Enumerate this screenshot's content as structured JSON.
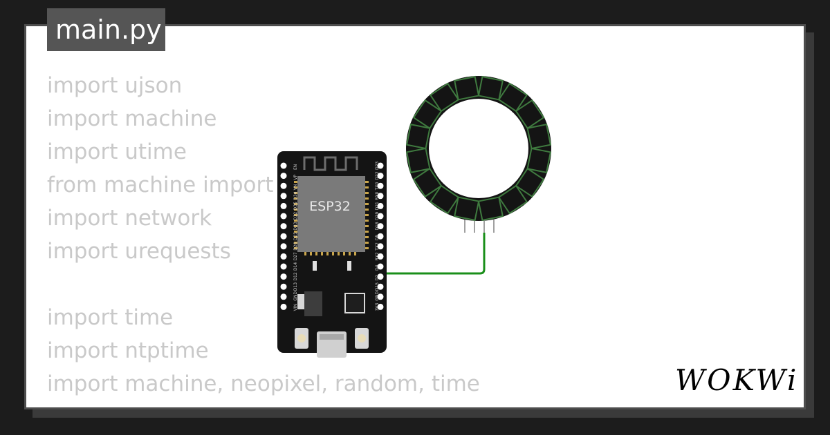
{
  "file_tab": {
    "label": "main.py"
  },
  "code_lines": [
    "import ujson",
    "import machine",
    "import utime",
    "from machine import",
    "import network",
    "import urequests",
    "",
    "import time",
    "import ntptime",
    "import machine, neopixel, random, time",
    ""
  ],
  "board": {
    "chip_label": "ESP32",
    "left_pins": [
      "EN",
      "VP",
      "VN",
      "D34",
      "D35",
      "D32",
      "D33",
      "D25",
      "D26",
      "D27",
      "D14",
      "D12",
      "D13",
      "GND",
      "VIN"
    ],
    "right_pins": [
      "D23",
      "D22",
      "TX0",
      "RX0",
      "D21",
      "D19",
      "D18",
      "D5",
      "TX2",
      "RX2",
      "D4",
      "D2",
      "D15",
      "GND",
      "3V3"
    ]
  },
  "brand": {
    "logo_text": "WOKWi"
  },
  "colors": {
    "frame": "#4d4d4d",
    "tab_bg": "#555555",
    "code_text": "#c9c9c9",
    "board": "#141414",
    "chip": "#7a7a7a",
    "wire": "#1a8f1a",
    "ring_led_border": "#3f7a3f"
  },
  "icons": [
    "esp32-board-icon",
    "neopixel-ring-icon",
    "wokwi-logo-icon"
  ]
}
